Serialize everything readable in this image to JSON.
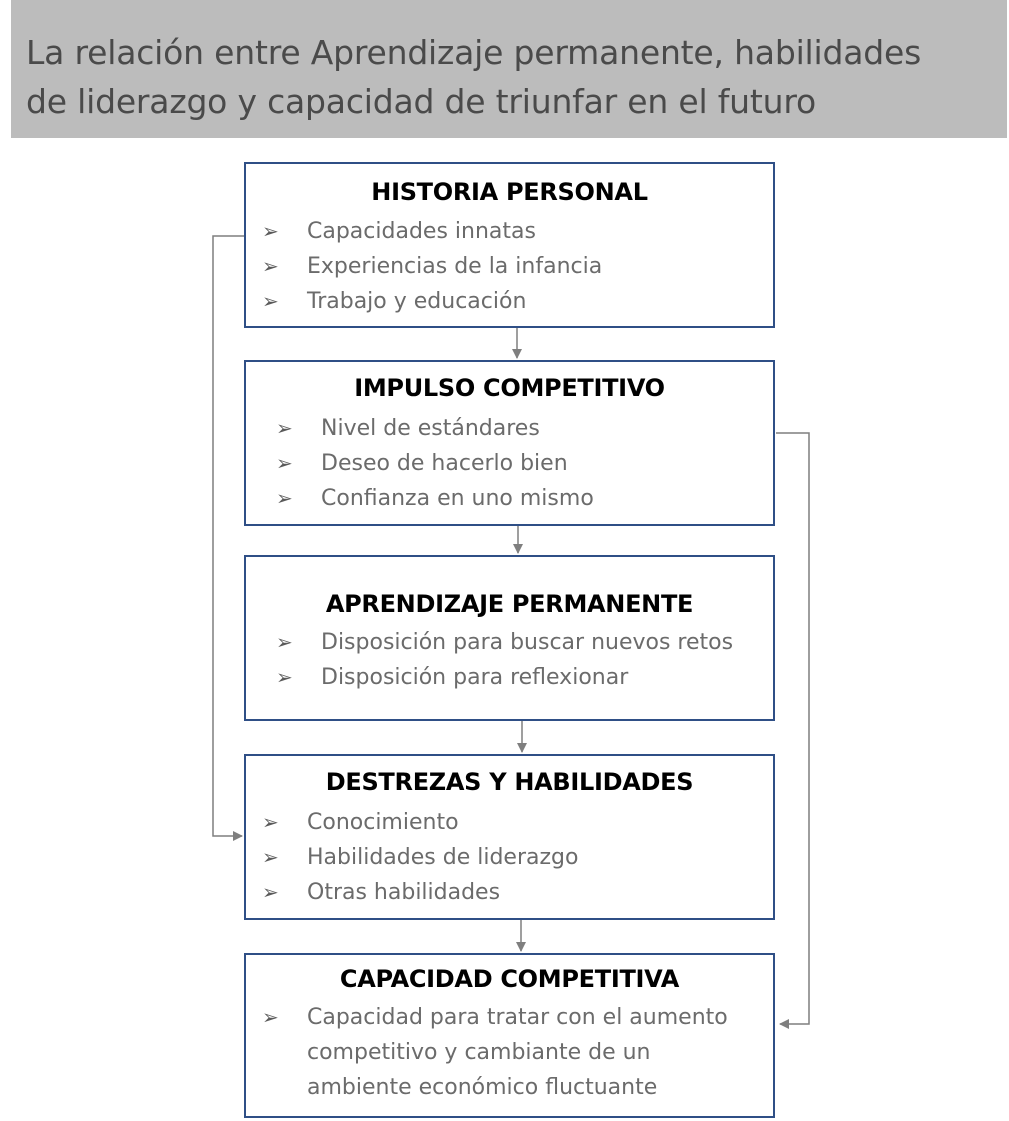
{
  "title": {
    "line1": "La relación entre Aprendizaje permanente, habilidades",
    "line2": "de liderazgo y capacidad de triunfar en el futuro"
  },
  "boxes": [
    {
      "title": "HISTORIA PERSONAL",
      "items": [
        "Capacidades innatas",
        "Experiencias de la infancia",
        "Trabajo y educación"
      ]
    },
    {
      "title": "IMPULSO COMPETITIVO",
      "items": [
        "Nivel de estándares",
        "Deseo de hacerlo bien",
        "Confianza en uno mismo"
      ]
    },
    {
      "title": "APRENDIZAJE PERMANENTE",
      "items": [
        "Disposición para buscar nuevos retos",
        "Disposición para reflexionar"
      ]
    },
    {
      "title": "DESTREZAS Y HABILIDADES",
      "items": [
        "Conocimiento",
        "Habilidades de liderazgo",
        "Otras habilidades"
      ]
    },
    {
      "title": "CAPACIDAD COMPETITIVA",
      "items": [
        "Capacidad para tratar con el aumento",
        "competitivo y cambiante de un",
        "ambiente económico fluctuante"
      ]
    }
  ],
  "bullet_glyph": "➢",
  "colors": {
    "title_bar": "#bcbcbc",
    "box_border": "#2f4f86",
    "connector": "#7f7f7f"
  }
}
